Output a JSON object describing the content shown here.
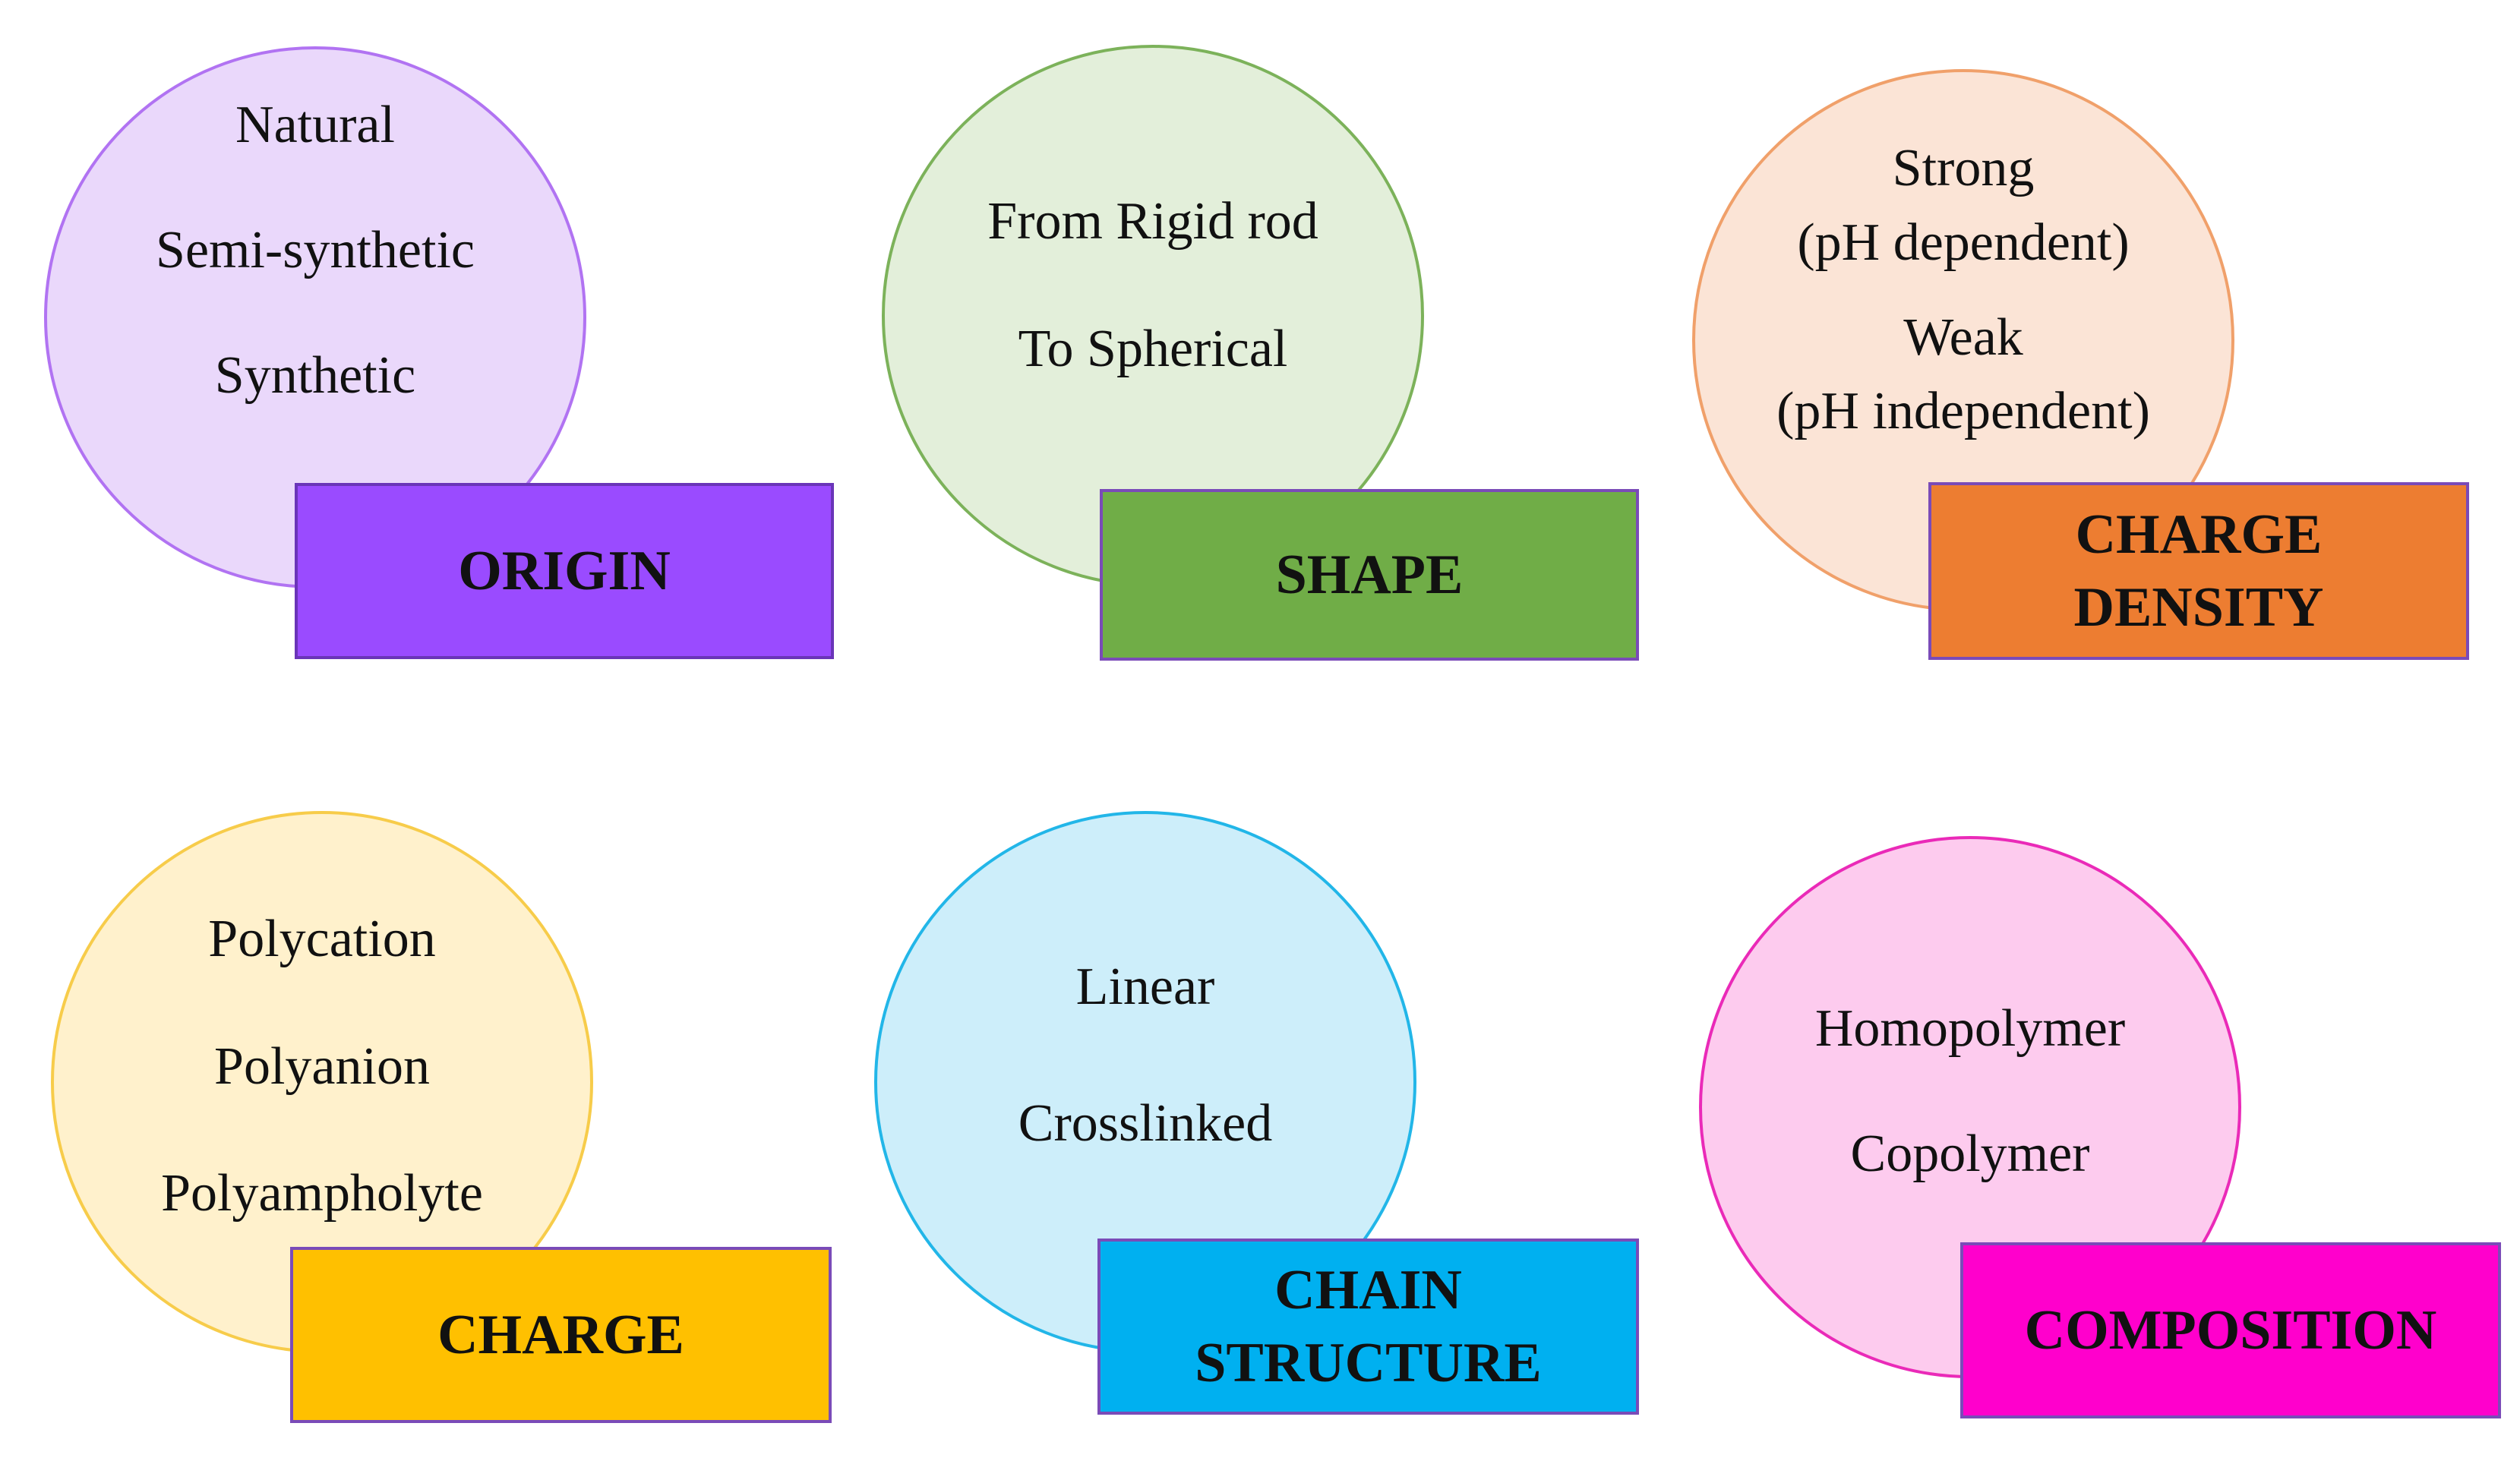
{
  "categories": [
    {
      "label_lines": [
        "ORIGIN"
      ],
      "items": [
        "Natural",
        "Semi-synthetic",
        "Synthetic"
      ],
      "circle_fill": "#ead8fb",
      "circle_stroke": "#b173f2",
      "box_fill": "#9a4bff",
      "box_stroke": "#6a35b8"
    },
    {
      "label_lines": [
        "SHAPE"
      ],
      "items": [
        "From Rigid rod",
        "To Spherical"
      ],
      "circle_fill": "#e3efda",
      "circle_stroke": "#7cb25a",
      "box_fill": "#70ad47",
      "box_stroke": "#7a4bb8"
    },
    {
      "label_lines": [
        "CHARGE",
        "DENSITY"
      ],
      "items": [
        "Strong",
        "(pH dependent)",
        "Weak",
        "(pH independent)"
      ],
      "circle_fill": "#fbe4d6",
      "circle_stroke": "#f0a06a",
      "box_fill": "#ed7d31",
      "box_stroke": "#7a4bb8"
    },
    {
      "label_lines": [
        "CHARGE"
      ],
      "items": [
        "Polycation",
        "Polyanion",
        "Polyampholyte"
      ],
      "circle_fill": "#fff1cc",
      "circle_stroke": "#f7cc4a",
      "box_fill": "#ffc000",
      "box_stroke": "#7a4bb8"
    },
    {
      "label_lines": [
        "CHAIN",
        "STRUCTURE"
      ],
      "items": [
        "Linear",
        "Crosslinked"
      ],
      "circle_fill": "#cdeefa",
      "circle_stroke": "#22b6e8",
      "box_fill": "#00b0f0",
      "box_stroke": "#7a4bb8"
    },
    {
      "label_lines": [
        "COMPOSITION"
      ],
      "items": [
        "Homopolymer",
        "Copolymer"
      ],
      "circle_fill": "#fdcbee",
      "circle_stroke": "#ea2ab8",
      "box_fill": "#ff00cc",
      "box_stroke": "#7a4bb8"
    }
  ]
}
